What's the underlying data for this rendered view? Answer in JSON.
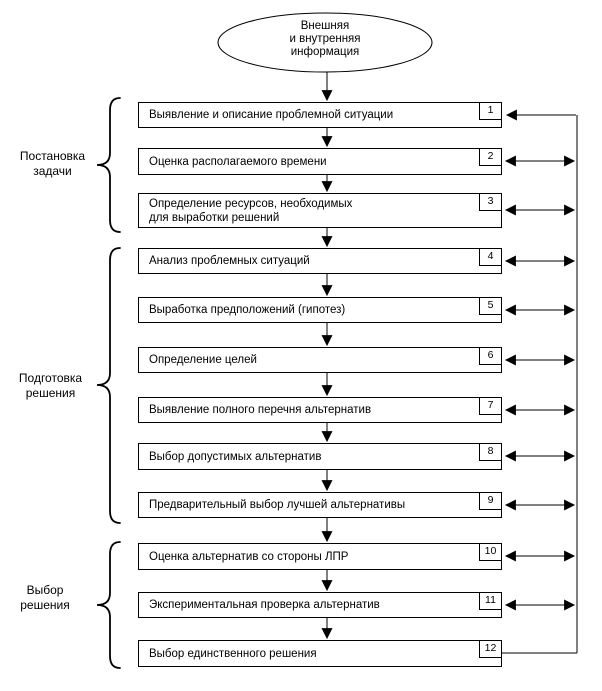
{
  "source_ellipse": {
    "label": "Внешняя\nи внутренняя\nинформация"
  },
  "groups": [
    {
      "label": "Постановка\nзадачи"
    },
    {
      "label": "Подготовка\nрешения"
    },
    {
      "label": "Выбор\nрешения"
    }
  ],
  "steps": [
    {
      "num": "1",
      "label": "Выявление и описание проблемной ситуации"
    },
    {
      "num": "2",
      "label": "Оценка располагаемого времени"
    },
    {
      "num": "3",
      "label": "Определение ресурсов, необходимых\nдля выработки решений"
    },
    {
      "num": "4",
      "label": "Анализ проблемных ситуаций"
    },
    {
      "num": "5",
      "label": "Выработка предположений (гипотез)"
    },
    {
      "num": "6",
      "label": "Определение целей"
    },
    {
      "num": "7",
      "label": "Выявление полного перечня альтернатив"
    },
    {
      "num": "8",
      "label": "Выбор допустимых альтернатив"
    },
    {
      "num": "9",
      "label": "Предварительный выбор лучшей альтернативы"
    },
    {
      "num": "10",
      "label": "Оценка альтернатив со стороны ЛПР"
    },
    {
      "num": "11",
      "label": "Экспериментальная проверка альтернатив"
    },
    {
      "num": "12",
      "label": "Выбор единственного решения"
    }
  ],
  "colors": {
    "line": "#000000",
    "background": "#ffffff"
  }
}
